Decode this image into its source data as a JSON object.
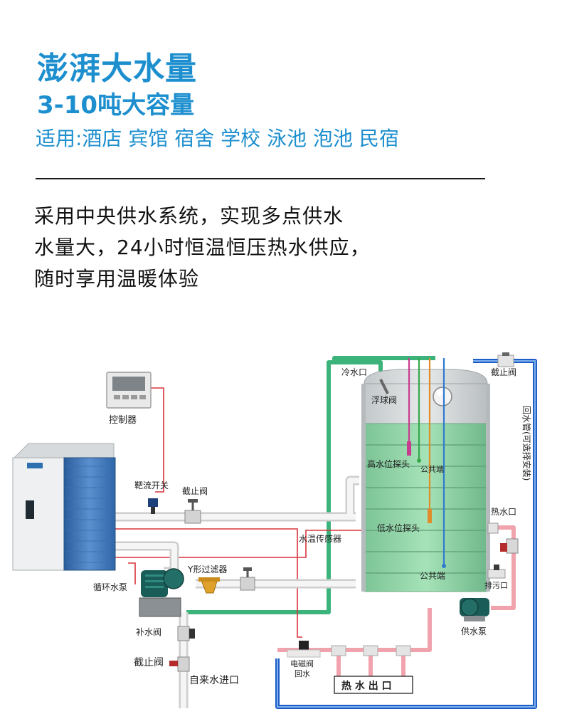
{
  "header": {
    "title": "澎湃大水量",
    "subtitle": "3-10吨大容量",
    "usage": "适用:酒店 宾馆 宿舍 学校 泳池 泡池 民宿"
  },
  "description": [
    "采用中央供水系统，实现多点供水",
    "水量大，24小时恒温恒压热水供应，",
    "随时享用温暖体验"
  ],
  "diagram": {
    "labels": {
      "controller": "控制器",
      "target_flow_switch": "靶流开关",
      "shutoff_valve_top": "截止阀",
      "water_temp_sensor": "水温传感器",
      "y_filter": "Y形过滤器",
      "circulation_pump": "循环水泵",
      "makeup_valve": "补水阀",
      "shutoff_valve_bottom": "截止阀",
      "tap_water_inlet": "自来水进口",
      "solenoid_valve": "电磁阀",
      "return_water": "回水",
      "hot_water_outlet": "热 水 出 口",
      "cold_water_inlet": "冷水口",
      "float_valve": "浮球阀",
      "high_level_probe": "高水位探头",
      "common_end_top": "公共端",
      "low_level_probe": "低水位探头",
      "common_end_bottom": "公共端",
      "shutoff_valve_right": "截止阀",
      "return_pipe_vertical": "回水管(可选择安装)",
      "hot_water_port": "热水口",
      "drain_port": "排污口",
      "supply_pump": "供水泵"
    },
    "colors": {
      "pipe_white": "#ece9e9",
      "pipe_green": "#3db37c",
      "pipe_blue": "#1e5ec6",
      "pipe_pink": "#f1a3ad",
      "wire_red": "#d9343c",
      "tank_green": "#8fd8a6",
      "tank_grey": "#cfd3d4",
      "pump_teal": "#1a5c57"
    }
  }
}
